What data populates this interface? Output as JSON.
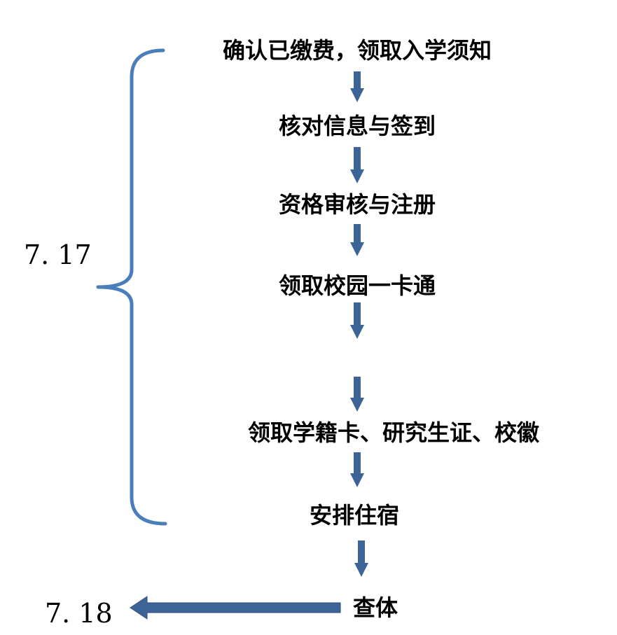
{
  "steps": [
    "确认已缴费，领取入学须知",
    "核对信息与签到",
    "资格审核与注册",
    "领取校园一卡通",
    "领取学籍卡、研究生证、校徽",
    "安排住宿",
    "查体"
  ],
  "dates": {
    "group": "7. 17",
    "final": "7. 18"
  },
  "colors": {
    "arrow_fill": "#3D6496",
    "brace_stroke": "#4A7EBB",
    "text": "#000000",
    "background": "#FFFFFF"
  }
}
